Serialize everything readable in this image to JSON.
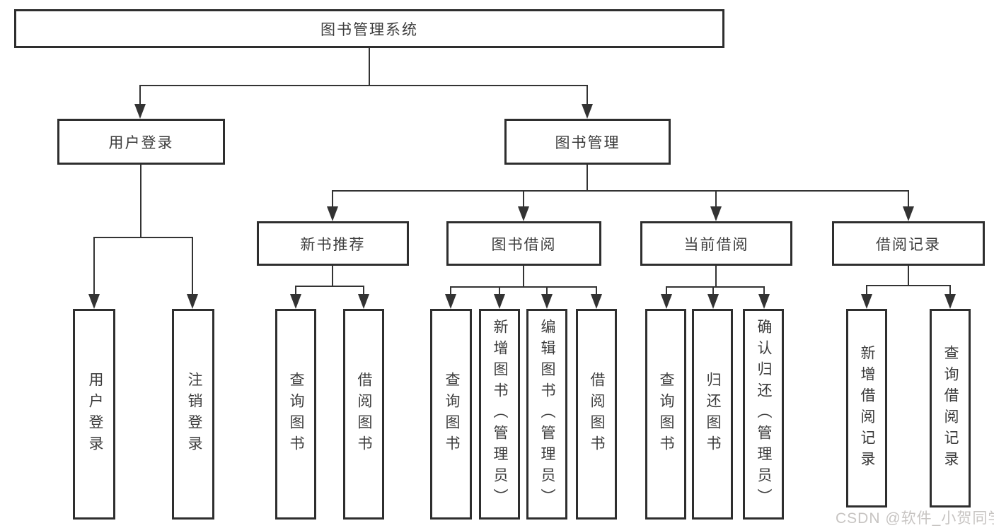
{
  "diagram_type": "hierarchy-tree",
  "watermark": {
    "text": "CSDN @软件_小贺同学",
    "color": "#c7c4c2"
  },
  "colors": {
    "line": "#333333",
    "box_border": "#2e2e2e",
    "text": "#3c3c3c",
    "background": "#ffffff"
  },
  "tree": {
    "label": "图书管理系统",
    "children": [
      {
        "label": "用户登录",
        "children": [
          {
            "label": "用户登录"
          },
          {
            "label": "注销登录"
          }
        ]
      },
      {
        "label": "图书管理",
        "children": [
          {
            "label": "新书推荐",
            "children": [
              {
                "label": "查询图书"
              },
              {
                "label": "借阅图书"
              }
            ]
          },
          {
            "label": "图书借阅",
            "children": [
              {
                "label": "查询图书"
              },
              {
                "label": "新增图书（管理员）"
              },
              {
                "label": "编辑图书（管理员）"
              },
              {
                "label": "借阅图书"
              }
            ]
          },
          {
            "label": "当前借阅",
            "children": [
              {
                "label": "查询图书"
              },
              {
                "label": "归还图书"
              },
              {
                "label": "确认归还（管理员）"
              }
            ]
          },
          {
            "label": "借阅记录",
            "children": [
              {
                "label": "新增借阅记录"
              },
              {
                "label": "查询借阅记录"
              }
            ]
          }
        ]
      }
    ]
  }
}
